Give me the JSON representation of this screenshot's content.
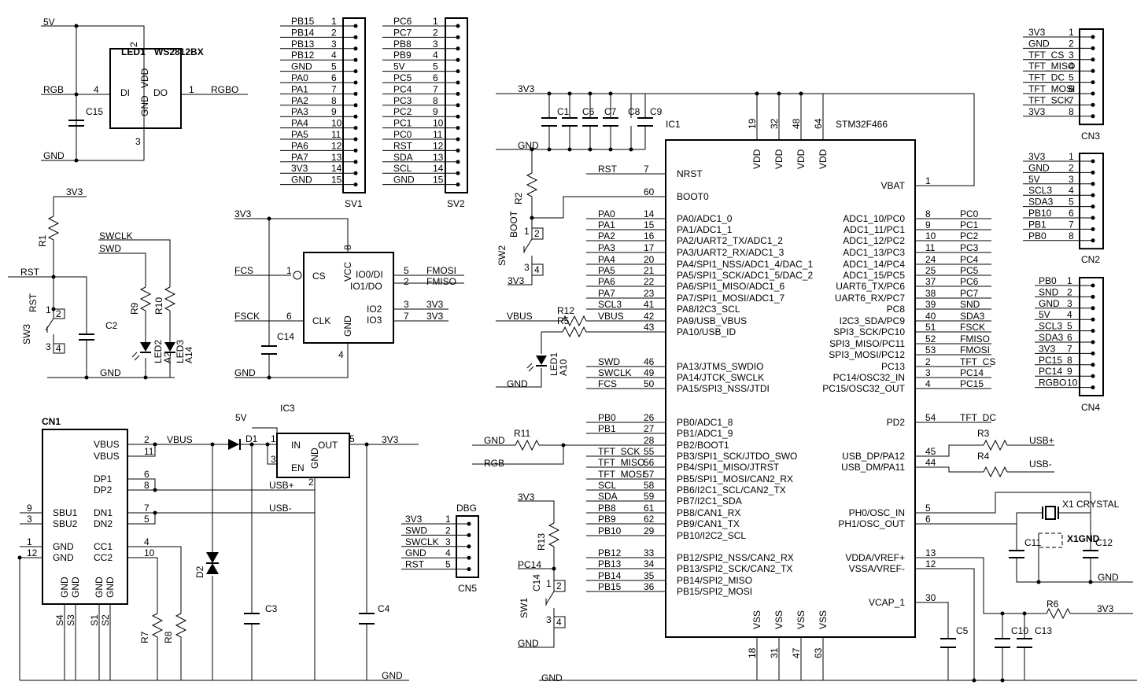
{
  "ic1": {
    "ref": "IC1",
    "part": "STM32F466",
    "top_pins": [
      {
        "num": "19",
        "name": "VDD"
      },
      {
        "num": "32",
        "name": "VDD"
      },
      {
        "num": "48",
        "name": "VDD"
      },
      {
        "num": "64",
        "name": "VDD"
      }
    ],
    "bottom_pins": [
      {
        "num": "18",
        "name": "VSS"
      },
      {
        "num": "31",
        "name": "VSS"
      },
      {
        "num": "47",
        "name": "VSS"
      },
      {
        "num": "63",
        "name": "VSS"
      }
    ],
    "left_pins": [
      {
        "net": "RST",
        "num": "7",
        "name": "NRST"
      },
      {
        "net": "",
        "num": "60",
        "name": "BOOT0"
      },
      {
        "net": "PA0",
        "num": "14",
        "name": "PA0/ADC1_0"
      },
      {
        "net": "PA1",
        "num": "15",
        "name": "PA1/ADC1_1"
      },
      {
        "net": "PA2",
        "num": "16",
        "name": "PA2/UART2_TX/ADC1_2"
      },
      {
        "net": "PA3",
        "num": "17",
        "name": "PA3/UART2_RX/ADC1_3"
      },
      {
        "net": "PA4",
        "num": "20",
        "name": "PA4/SPI1_NSS/ADC1_4/DAC_1"
      },
      {
        "net": "PA5",
        "num": "21",
        "name": "PA5/SPI1_SCK/ADC1_5/DAC_2"
      },
      {
        "net": "PA6",
        "num": "22",
        "name": "PA6/SPI1_MISO/ADC1_6"
      },
      {
        "net": "PA7",
        "num": "23",
        "name": "PA7/SPI1_MOSI/ADC1_7"
      },
      {
        "net": "SCL3",
        "num": "41",
        "name": "PA8/I2C3_SCL"
      },
      {
        "net": "VBUS",
        "num": "42",
        "name": "PA9/USB_VBUS"
      },
      {
        "net": "",
        "num": "43",
        "name": "PA10/USB_ID"
      },
      {
        "net": "SWD",
        "num": "46",
        "name": "PA13/JTMS_SWDIO"
      },
      {
        "net": "SWCLK",
        "num": "49",
        "name": "PA14/JTCK_SWCLK"
      },
      {
        "net": "FCS",
        "num": "50",
        "name": "PA15/SPI3_NSS/JTDI"
      },
      {
        "net": "PB0",
        "num": "26",
        "name": "PB0/ADC1_8"
      },
      {
        "net": "PB1",
        "num": "27",
        "name": "PB1/ADC1_9"
      },
      {
        "net": "",
        "num": "28",
        "name": "PB2/BOOT1"
      },
      {
        "net": "TFT_SCK",
        "num": "55",
        "name": "PB3/SPI1_SCK/JTDO_SWO"
      },
      {
        "net": "TFT_MISO",
        "num": "56",
        "name": "PB4/SPI1_MISO/JTRST"
      },
      {
        "net": "TFT_MOSI",
        "num": "57",
        "name": "PB5/SPI1_MOSI/CAN2_RX"
      },
      {
        "net": "SCL",
        "num": "58",
        "name": "PB6/I2C1_SCL/CAN2_TX"
      },
      {
        "net": "SDA",
        "num": "59",
        "name": "PB7/I2C1_SDA"
      },
      {
        "net": "PB8",
        "num": "61",
        "name": "PB8/CAN1_RX"
      },
      {
        "net": "PB9",
        "num": "62",
        "name": "PB9/CAN1_TX"
      },
      {
        "net": "PB10",
        "num": "29",
        "name": "PB10/I2C2_SCL"
      },
      {
        "net": "PB12",
        "num": "33",
        "name": "PB12/SPI2_NSS/CAN2_RX"
      },
      {
        "net": "PB13",
        "num": "34",
        "name": "PB13/SPI2_SCK/CAN2_TX"
      },
      {
        "net": "PB14",
        "num": "35",
        "name": "PB14/SPI2_MISO"
      },
      {
        "net": "PB15",
        "num": "36",
        "name": "PB15/SPI2_MOSI"
      }
    ],
    "right_pins": [
      {
        "name": "VBAT",
        "num": "1",
        "net": ""
      },
      {
        "name": "ADC1_10/PC0",
        "num": "8",
        "net": "PC0"
      },
      {
        "name": "ADC1_11/PC1",
        "num": "9",
        "net": "PC1"
      },
      {
        "name": "ADC1_12/PC2",
        "num": "10",
        "net": "PC2"
      },
      {
        "name": "ADC1_13/PC3",
        "num": "11",
        "net": "PC3"
      },
      {
        "name": "ADC1_14/PC4",
        "num": "24",
        "net": "PC4"
      },
      {
        "name": "ADC1_15/PC5",
        "num": "25",
        "net": "PC5"
      },
      {
        "name": "UART6_TX/PC6",
        "num": "37",
        "net": "PC6"
      },
      {
        "name": "UART6_RX/PC7",
        "num": "38",
        "net": "PC7"
      },
      {
        "name": "PC8",
        "num": "39",
        "net": "SND"
      },
      {
        "name": "I2C3_SDA/PC9",
        "num": "40",
        "net": "SDA3"
      },
      {
        "name": "SPI3_SCK/PC10",
        "num": "51",
        "net": "FSCK"
      },
      {
        "name": "SPI3_MISO/PC11",
        "num": "52",
        "net": "FMISO"
      },
      {
        "name": "SPI3_MOSI/PC12",
        "num": "53",
        "net": "FMOSI"
      },
      {
        "name": "PC13",
        "num": "2",
        "net": "TFT_CS"
      },
      {
        "name": "PC14/OSC32_IN",
        "num": "3",
        "net": "PC14"
      },
      {
        "name": "PC15/OSC32_OUT",
        "num": "4",
        "net": "PC15"
      },
      {
        "name": "PD2",
        "num": "54",
        "net": "TFT_DC"
      },
      {
        "name": "USB_DP/PA12",
        "num": "45",
        "net": ""
      },
      {
        "name": "USB_DM/PA11",
        "num": "44",
        "net": ""
      },
      {
        "name": "PH0/OSC_IN",
        "num": "5",
        "net": ""
      },
      {
        "name": "PH1/OSC_OUT",
        "num": "6",
        "net": ""
      },
      {
        "name": "VDDA/VREF+",
        "num": "13",
        "net": ""
      },
      {
        "name": "VSSA/VREF-",
        "num": "12",
        "net": ""
      },
      {
        "name": "VCAP_1",
        "num": "30",
        "net": ""
      }
    ]
  },
  "sv1": {
    "ref": "SV1",
    "pins": [
      {
        "net": "PB15",
        "num": "1"
      },
      {
        "net": "PB14",
        "num": "2"
      },
      {
        "net": "PB13",
        "num": "3"
      },
      {
        "net": "PB12",
        "num": "4"
      },
      {
        "net": "GND",
        "num": "5"
      },
      {
        "net": "PA0",
        "num": "6"
      },
      {
        "net": "PA1",
        "num": "7"
      },
      {
        "net": "PA2",
        "num": "8"
      },
      {
        "net": "PA3",
        "num": "9"
      },
      {
        "net": "PA4",
        "num": "10"
      },
      {
        "net": "PA5",
        "num": "11"
      },
      {
        "net": "PA6",
        "num": "12"
      },
      {
        "net": "PA7",
        "num": "13"
      },
      {
        "net": "3V3",
        "num": "14"
      },
      {
        "net": "GND",
        "num": "15"
      }
    ]
  },
  "sv2": {
    "ref": "SV2",
    "pins": [
      {
        "net": "PC6",
        "num": "1"
      },
      {
        "net": "PC7",
        "num": "2"
      },
      {
        "net": "PB8",
        "num": "3"
      },
      {
        "net": "PB9",
        "num": "4"
      },
      {
        "net": "5V",
        "num": "5"
      },
      {
        "net": "PC5",
        "num": "6"
      },
      {
        "net": "PC4",
        "num": "7"
      },
      {
        "net": "PC3",
        "num": "8"
      },
      {
        "net": "PC2",
        "num": "9"
      },
      {
        "net": "PC1",
        "num": "10"
      },
      {
        "net": "PC0",
        "num": "11"
      },
      {
        "net": "RST",
        "num": "12"
      },
      {
        "net": "SDA",
        "num": "13"
      },
      {
        "net": "SCL",
        "num": "14"
      },
      {
        "net": "GND",
        "num": "15"
      }
    ]
  },
  "cn3": {
    "ref": "CN3",
    "pins": [
      {
        "net": "3V3",
        "num": "1"
      },
      {
        "net": "GND",
        "num": "2"
      },
      {
        "net": "TFT_CS",
        "num": "3"
      },
      {
        "net": "TFT_MISO",
        "num": "4"
      },
      {
        "net": "TFT_DC",
        "num": "5"
      },
      {
        "net": "TFT_MOSI",
        "num": "6"
      },
      {
        "net": "TFT_SCK",
        "num": "7"
      },
      {
        "net": "3V3",
        "num": "8"
      }
    ]
  },
  "cn2": {
    "ref": "CN2",
    "pins": [
      {
        "net": "3V3",
        "num": "1"
      },
      {
        "net": "GND",
        "num": "2"
      },
      {
        "net": "5V",
        "num": "3"
      },
      {
        "net": "SCL3",
        "num": "4"
      },
      {
        "net": "SDA3",
        "num": "5"
      },
      {
        "net": "PB10",
        "num": "6"
      },
      {
        "net": "PB1",
        "num": "7"
      },
      {
        "net": "PB0",
        "num": "8"
      }
    ]
  },
  "cn4": {
    "ref": "CN4",
    "pins": [
      {
        "net": "PB0",
        "num": "1"
      },
      {
        "net": "SND",
        "num": "2"
      },
      {
        "net": "GND",
        "num": "3"
      },
      {
        "net": "5V",
        "num": "4"
      },
      {
        "net": "SCL3",
        "num": "5"
      },
      {
        "net": "SDA3",
        "num": "6"
      },
      {
        "net": "3V3",
        "num": "7"
      },
      {
        "net": "PC15",
        "num": "8"
      },
      {
        "net": "PC14",
        "num": "9"
      },
      {
        "net": "RGBO",
        "num": "10"
      }
    ]
  },
  "cn5": {
    "ref": "CN5",
    "title": "DBG",
    "pins": [
      {
        "net": "3V3",
        "num": "1"
      },
      {
        "net": "SWD",
        "num": "2"
      },
      {
        "net": "SWCLK",
        "num": "3"
      },
      {
        "net": "GND",
        "num": "4"
      },
      {
        "net": "RST",
        "num": "5"
      }
    ]
  },
  "led_block": {
    "vcc": "5V",
    "led_label": "LED1",
    "part": "WS2812BX",
    "in_net": "RGB",
    "in_pin": "4",
    "in_name": "DI",
    "out_net": "RGBO",
    "out_pin": "1",
    "out_name": "DO",
    "vdd": "VDD",
    "gnd": "GND",
    "vdd_pin": "2",
    "gnd_pin": "3",
    "cap": "C15",
    "gnd_net": "GND"
  },
  "reset_block": {
    "vcc": "3V3",
    "r1": "R1",
    "rst": "RST",
    "swclk": "SWCLK",
    "swd": "SWD",
    "sw": "SW3",
    "sw_name": "RST",
    "c": "C2",
    "r9": "R9",
    "r10": "R10",
    "led2": "LED2",
    "led3": "LED3",
    "a2": "A2",
    "a14": "A14",
    "gnd": "GND",
    "sw_pins": [
      "1",
      "2",
      "3",
      "4"
    ]
  },
  "flash": {
    "ref": "IC3",
    "vcc_net": "3V3",
    "cs_net": "FCS",
    "clk_net": "FSCK",
    "gnd_net": "GND",
    "cap": "C14",
    "pins": {
      "cs": "CS",
      "clk": "CLK",
      "vcc": "VCC",
      "gnd": "GND",
      "io0": "IO0/DI",
      "io1": "IO1/DO",
      "io2": "IO2",
      "io3": "IO3"
    },
    "nums": {
      "cs": "1",
      "clk": "6",
      "vcc": "8",
      "gnd": "4",
      "io0": "5",
      "io1": "2",
      "io2": "3",
      "io3": "7"
    },
    "nets": {
      "io0": "FMOSI",
      "io1": "FMISO",
      "io2": "3V3",
      "io3": "3V3"
    }
  },
  "usb": {
    "ref": "CN1",
    "pins_right": [
      {
        "num": "2",
        "name": "VBUS"
      },
      {
        "num": "11",
        "name": "VBUS"
      },
      {
        "num": "6",
        "name": "DP1"
      },
      {
        "num": "8",
        "name": "DP2"
      },
      {
        "num": "7",
        "name": "DN1"
      },
      {
        "num": "5",
        "name": "DN2"
      },
      {
        "num": "4",
        "name": "CC1"
      },
      {
        "num": "10",
        "name": "CC2"
      }
    ],
    "pins_left": [
      {
        "num": "9",
        "name": "SBU1"
      },
      {
        "num": "3",
        "name": "SBU2"
      },
      {
        "num": "1",
        "name": "GND"
      },
      {
        "num": "12",
        "name": "GND"
      }
    ],
    "bottom_names": [
      "GND",
      "GND",
      "GND",
      "GND"
    ],
    "bottom_pins": [
      "S4",
      "S3",
      "S1",
      "S2"
    ],
    "nets": {
      "vbus": "VBUS",
      "usbp": "USB+",
      "usbm": "USB-",
      "gnd": "GND",
      "v5": "5V",
      "v33": "3V3"
    },
    "parts": {
      "d1": "D1",
      "d2": "D2",
      "r7": "R7",
      "r8": "R8",
      "c3": "C3",
      "c4": "C4",
      "reg": "IC3"
    },
    "reg_pins": {
      "in": "IN",
      "out": "OUT",
      "en": "EN",
      "gnd": "GND",
      "n_in": "1",
      "n_en": "3",
      "n_gnd": "2",
      "n_out": "5"
    }
  },
  "mcu_left": {
    "v33": "3V3",
    "gnd": "GND",
    "caps": [
      "C1",
      "C6",
      "C7",
      "C8",
      "C9"
    ],
    "r2": "R2",
    "boot": "BOOT",
    "sw2": "SW2",
    "sw_pins": [
      "1",
      "2",
      "3",
      "4"
    ],
    "vbus": "VBUS",
    "r12": "R12",
    "r5": "R5",
    "led1": "LED1",
    "a10": "A10",
    "gnd2": "GND",
    "gnd3": "GND",
    "r11": "R11",
    "rgb": "RGB",
    "r13": "R13",
    "pc14": "PC14",
    "c14": "C14",
    "sw1": "SW1",
    "v33b": "3V3",
    "gnd4": "GND",
    "gnd5": "GND"
  },
  "mcu_right": {
    "r3": "R3",
    "r4": "R4",
    "usbp": "USB+",
    "usbm": "USB-",
    "x1": "X1",
    "crystal": "CRYSTAL",
    "x1gnd": "X1GND",
    "c11": "C11",
    "c12": "C12",
    "gnd": "GND",
    "r6": "R6",
    "v33": "3V3",
    "c5": "C5",
    "c10": "C10",
    "c13": "C13"
  }
}
